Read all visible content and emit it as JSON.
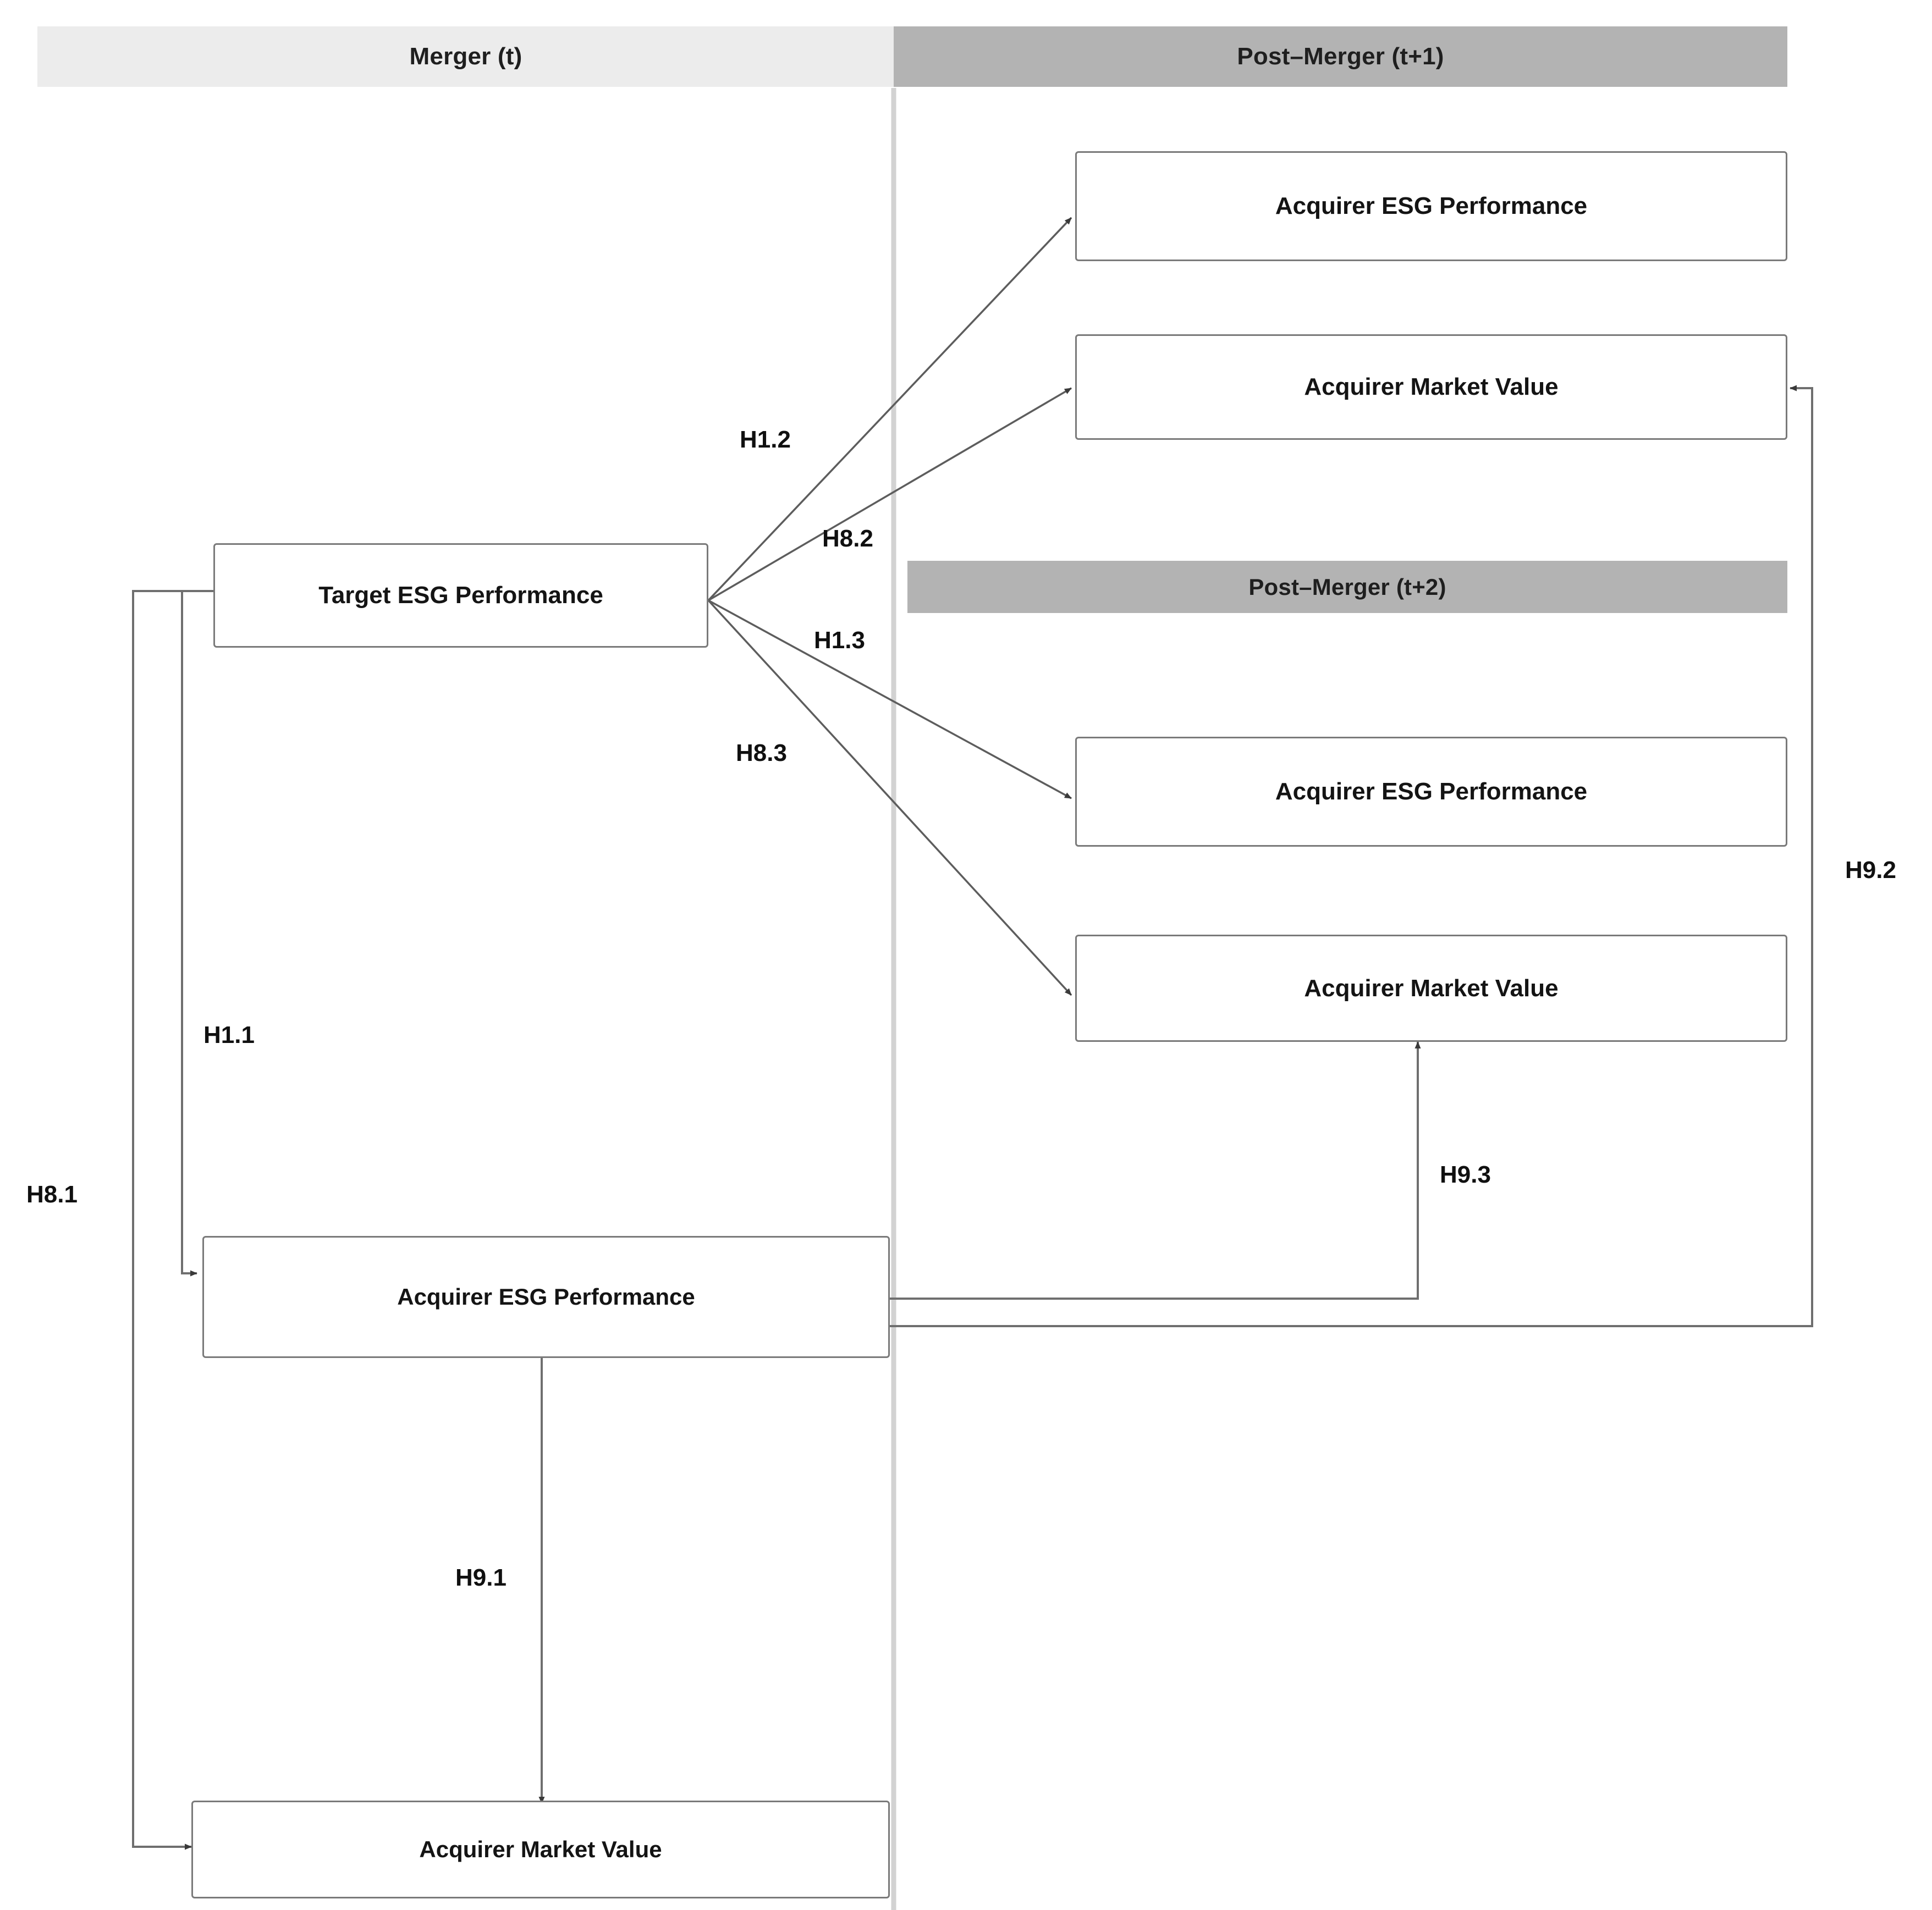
{
  "diagram": {
    "title_bands": [
      {
        "id": "merger",
        "label": "Merger (t)"
      },
      {
        "id": "post1",
        "label": "Post–Merger (t+1)"
      },
      {
        "id": "post2",
        "label": "Post–Merger (t+2)"
      }
    ],
    "nodes": [
      {
        "id": "target-esg-t",
        "label": "Target ESG Performance",
        "period": "Merger (t)"
      },
      {
        "id": "acquirer-esg-t",
        "label": "Acquirer ESG Performance",
        "period": "Merger (t)"
      },
      {
        "id": "acquirer-mv-t",
        "label": "Acquirer Market Value",
        "period": "Merger (t)"
      },
      {
        "id": "acquirer-esg-t1",
        "label": "Acquirer ESG Performance",
        "period": "Post–Merger (t+1)"
      },
      {
        "id": "acquirer-mv-t1",
        "label": "Acquirer Market Value",
        "period": "Post–Merger (t+1)"
      },
      {
        "id": "acquirer-esg-t2",
        "label": "Acquirer ESG Performance",
        "period": "Post–Merger (t+2)"
      },
      {
        "id": "acquirer-mv-t2",
        "label": "Acquirer Market Value",
        "period": "Post–Merger (t+2)"
      }
    ],
    "edges": [
      {
        "id": "h1-1",
        "label": "H1.1",
        "from": "target-esg-t",
        "to": "acquirer-esg-t"
      },
      {
        "id": "h1-2",
        "label": "H1.2",
        "from": "target-esg-t",
        "to": "acquirer-esg-t1"
      },
      {
        "id": "h1-3",
        "label": "H1.3",
        "from": "target-esg-t",
        "to": "acquirer-esg-t2"
      },
      {
        "id": "h8-1",
        "label": "H8.1",
        "from": "target-esg-t",
        "to": "acquirer-mv-t"
      },
      {
        "id": "h8-2",
        "label": "H8.2",
        "from": "target-esg-t",
        "to": "acquirer-mv-t1"
      },
      {
        "id": "h8-3",
        "label": "H8.3",
        "from": "target-esg-t",
        "to": "acquirer-mv-t2"
      },
      {
        "id": "h9-1",
        "label": "H9.1",
        "from": "acquirer-esg-t",
        "to": "acquirer-mv-t"
      },
      {
        "id": "h9-2",
        "label": "H9.2",
        "from": "acquirer-esg-t",
        "to": "acquirer-mv-t1"
      },
      {
        "id": "h9-3",
        "label": "H9.3",
        "from": "acquirer-esg-t",
        "to": "acquirer-mv-t2"
      }
    ],
    "colors": {
      "band_merger_bg": "#ececec",
      "band_post_bg": "#b3b3b3",
      "node_border": "#7a7a7a",
      "node_fill": "#ffffff",
      "wire": "#6f6f6f",
      "divider": "#d2d2d2",
      "text": "#141414"
    }
  }
}
